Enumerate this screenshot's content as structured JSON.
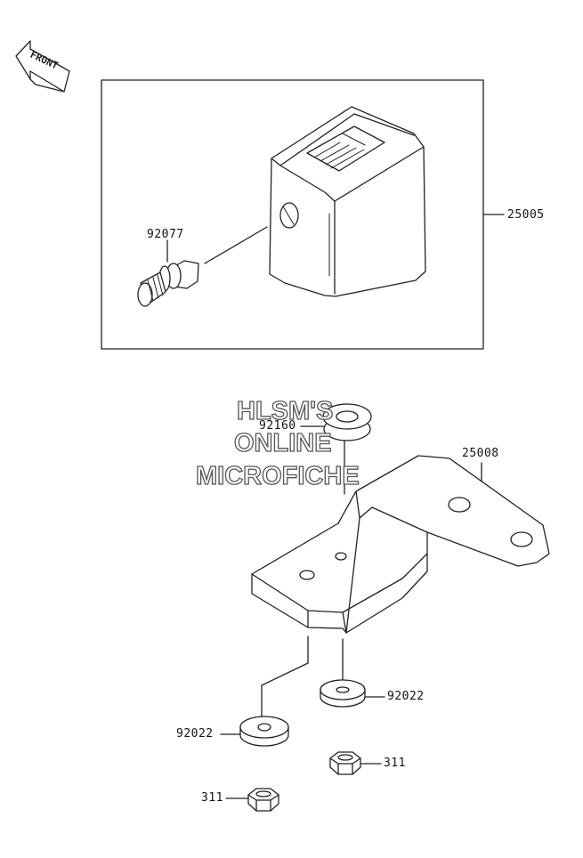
{
  "direction_label": "FRONT",
  "watermark": {
    "line1": "HLSM'S",
    "line2": "ONLINE",
    "line3": "MICROFICHE"
  },
  "callouts": {
    "meter_assembly": "25005",
    "fitting": "92077",
    "grommet": "92160",
    "bracket": "25008",
    "washer_right": "92022",
    "washer_left": "92022",
    "nut_right": "311",
    "nut_left": "311"
  },
  "colors": {
    "line": "#222222",
    "fill": "#ffffff",
    "watermark_stroke": "#555555"
  }
}
